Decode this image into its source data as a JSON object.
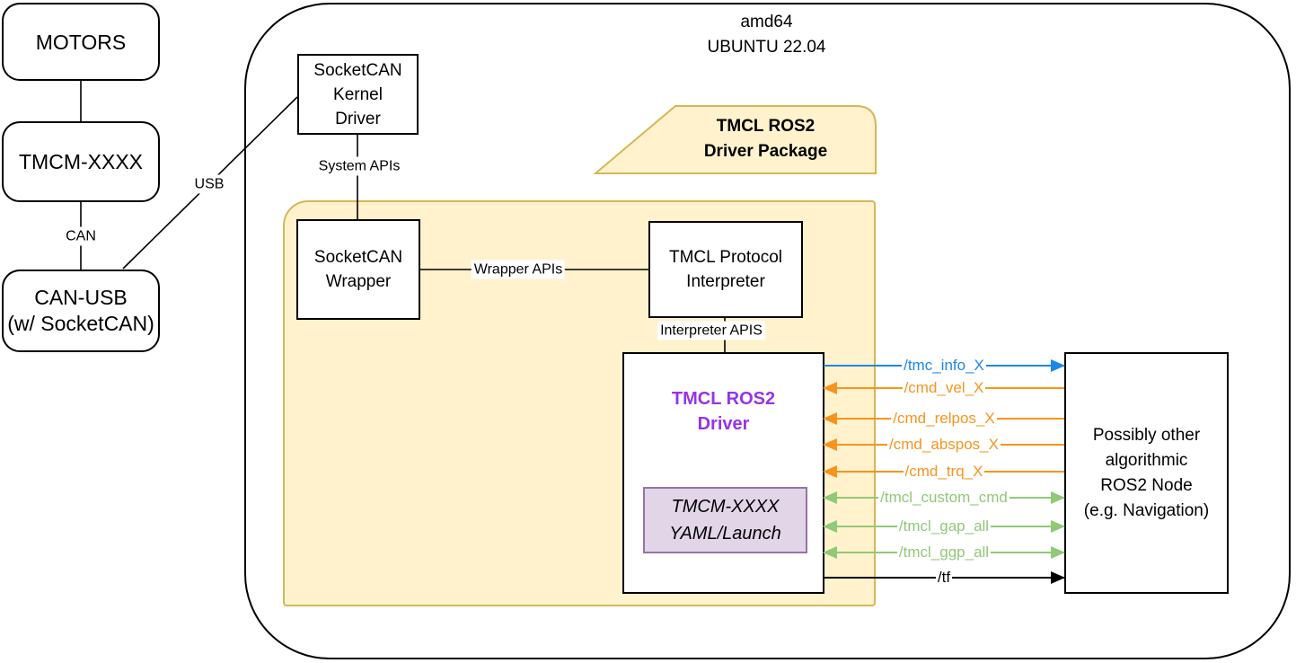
{
  "hardware": {
    "motors_label": "MOTORS",
    "controller_label": "TMCM-XXXX",
    "canusb_lines": [
      "CAN-USB",
      "(w/ SocketCAN)"
    ],
    "can_link_label": "CAN",
    "usb_link_label": "USB"
  },
  "host": {
    "platform_lines": [
      "amd64",
      "UBUNTU 22.04"
    ],
    "kernel_driver_lines": [
      "SocketCAN",
      "Kernel",
      "Driver"
    ],
    "system_apis_label": "System APIs"
  },
  "package": {
    "tab_lines": [
      "TMCL ROS2",
      "Driver Package"
    ],
    "wrapper_lines": [
      "SocketCAN",
      "Wrapper"
    ],
    "wrapper_apis_label": "Wrapper APIs",
    "interpreter_lines": [
      "TMCL Protocol",
      "Interpreter"
    ],
    "interpreter_apis_label": "Interpreter APIS",
    "driver_title_lines": [
      "TMCL ROS2",
      "Driver"
    ],
    "yaml_lines": [
      "TMCM-XXXX",
      "YAML/Launch"
    ]
  },
  "external_node": {
    "lines": [
      "Possibly other",
      "algorithmic",
      "ROS2 Node",
      "(e.g. Navigation)"
    ]
  },
  "topics": [
    {
      "label": "/tmc_info_X",
      "color": "#1e88e5",
      "direction": "right"
    },
    {
      "label": "/cmd_vel_X",
      "color": "#f7941e",
      "direction": "left"
    },
    {
      "label": "/cmd_relpos_X",
      "color": "#f7941e",
      "direction": "left"
    },
    {
      "label": "/cmd_abspos_X",
      "color": "#f7941e",
      "direction": "left"
    },
    {
      "label": "/cmd_trq_X",
      "color": "#f7941e",
      "direction": "left"
    },
    {
      "label": "/tmcl_custom_cmd",
      "color": "#90c978",
      "direction": "both"
    },
    {
      "label": "/tmcl_gap_all",
      "color": "#90c978",
      "direction": "both"
    },
    {
      "label": "/tmcl_ggp_all",
      "color": "#90c978",
      "direction": "both"
    },
    {
      "label": "/tf",
      "color": "#000000",
      "direction": "right"
    }
  ],
  "colors": {
    "package_fill": "#fff2cc",
    "package_stroke": "#d6b656",
    "driver_title": "#9933e6",
    "yaml_fill": "#e1d5e7",
    "yaml_stroke": "#9673a6"
  }
}
